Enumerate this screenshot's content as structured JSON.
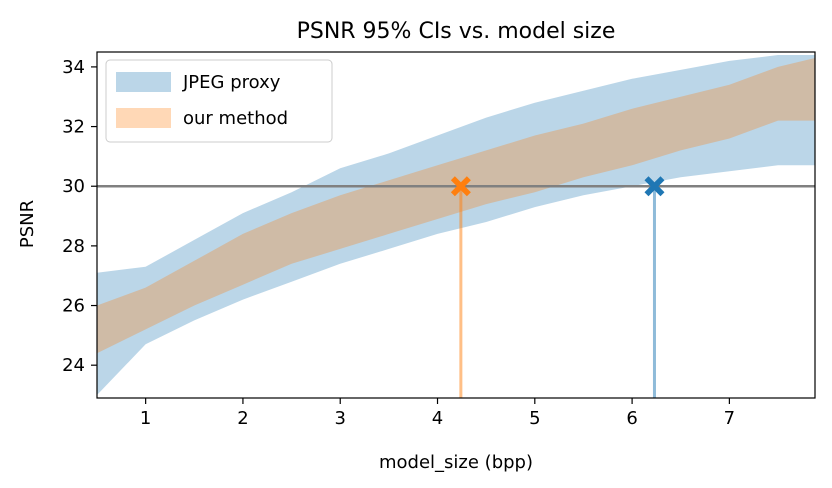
{
  "chart_data": {
    "type": "area",
    "title": "PSNR 95% CIs vs. model size",
    "xlabel": "model_size (bpp)",
    "ylabel": "PSNR",
    "xlim": [
      0.5,
      7.88
    ],
    "ylim": [
      22.9,
      34.5
    ],
    "xticks": [
      "1",
      "2",
      "3",
      "4",
      "5",
      "6",
      "7"
    ],
    "yticks": [
      "24",
      "26",
      "28",
      "30",
      "32",
      "34"
    ],
    "grid": false,
    "legend_position": "top-left",
    "reference_line": {
      "y": 30,
      "color": "#808080"
    },
    "series": [
      {
        "name": "JPEG proxy",
        "color": "#1f77b4",
        "fill_alpha": 0.3,
        "x": [
          0.5,
          1.0,
          1.5,
          2.0,
          2.5,
          3.0,
          3.5,
          4.0,
          4.5,
          5.0,
          5.5,
          6.0,
          6.5,
          7.0,
          7.5,
          7.88
        ],
        "upper": [
          27.1,
          27.3,
          28.2,
          29.1,
          29.8,
          30.6,
          31.1,
          31.7,
          32.3,
          32.8,
          33.2,
          33.6,
          33.9,
          34.2,
          34.4,
          34.4
        ],
        "lower": [
          23.0,
          24.7,
          25.5,
          26.2,
          26.8,
          27.4,
          27.9,
          28.4,
          28.8,
          29.3,
          29.7,
          30.0,
          30.3,
          30.5,
          30.7,
          30.7
        ],
        "marker": {
          "x": 6.23,
          "y": 30
        }
      },
      {
        "name": "our method",
        "color": "#ff7f0e",
        "fill_alpha": 0.3,
        "x": [
          0.5,
          1.0,
          1.5,
          2.0,
          2.5,
          3.0,
          3.5,
          4.0,
          4.5,
          5.0,
          5.5,
          6.0,
          6.5,
          7.0,
          7.5,
          7.88
        ],
        "upper": [
          26.0,
          26.6,
          27.5,
          28.4,
          29.1,
          29.7,
          30.2,
          30.7,
          31.2,
          31.7,
          32.1,
          32.6,
          33.0,
          33.4,
          34.0,
          34.3
        ],
        "lower": [
          24.4,
          25.2,
          26.0,
          26.7,
          27.4,
          27.9,
          28.4,
          28.9,
          29.4,
          29.8,
          30.3,
          30.7,
          31.2,
          31.6,
          32.2,
          32.2
        ],
        "marker": {
          "x": 4.24,
          "y": 30
        }
      }
    ]
  }
}
